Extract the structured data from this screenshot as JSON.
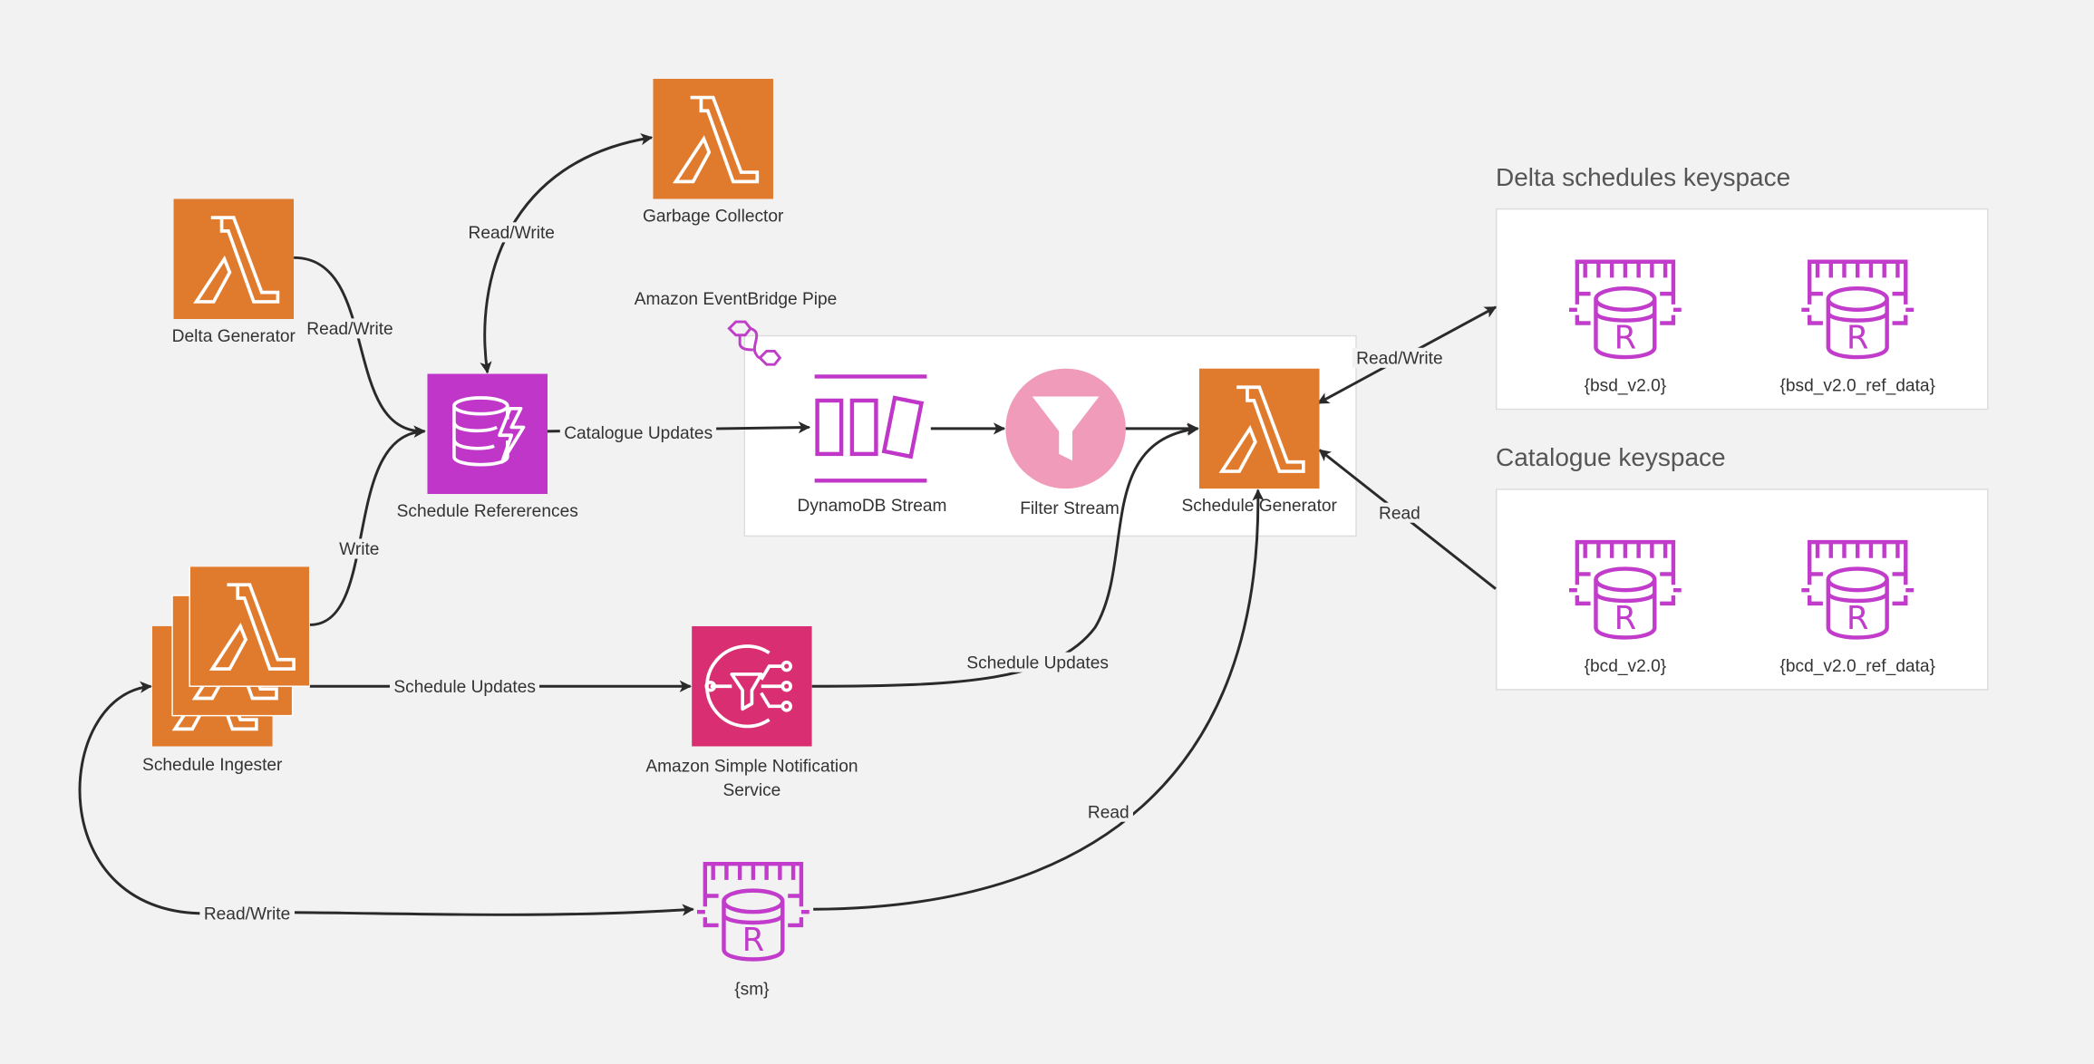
{
  "nodes": {
    "garbage_collector": "Garbage Collector",
    "delta_generator": "Delta Generator",
    "schedule_references": "Schedule Refererences",
    "schedule_ingester": "Schedule Ingester",
    "sns": "Amazon Simple Notification Service",
    "sm_db": "{sm}",
    "dynamodb_stream": "DynamoDB Stream",
    "filter_stream": "Filter Stream",
    "schedule_generator": "Schedule Generator"
  },
  "pipe": {
    "title": "Amazon EventBridge Pipe"
  },
  "edges": {
    "gc_rw": "Read/Write",
    "delta_rw": "Read/Write",
    "ingester_write": "Write",
    "catalogue_updates": "Catalogue Updates",
    "schedule_updates_1": "Schedule Updates",
    "schedule_updates_2": "Schedule Updates",
    "sm_rw": "Read/Write",
    "sm_read": "Read",
    "delta_keyspace_rw": "Read/Write",
    "catalogue_keyspace_read": "Read"
  },
  "keyspaces": [
    {
      "title": "Delta schedules keyspace",
      "tables": [
        "{bsd_v2.0}",
        "{bsd_v2.0_ref_data}"
      ]
    },
    {
      "title": "Catalogue keyspace",
      "tables": [
        "{bcd_v2.0}",
        "{bcd_v2.0_ref_data}"
      ]
    }
  ],
  "colors": {
    "lambda_orange": "#e07a2c",
    "dynamodb_purple": "#c036c8",
    "sns_pink": "#d92f72",
    "filter_pink": "#f09bb9",
    "redis_purple": "#c13ccb",
    "edge": "#2a2a2a",
    "background": "#f2f2f2"
  },
  "icons": [
    "lambda-icon",
    "dynamodb-icon",
    "sns-icon",
    "filter-icon",
    "redis-db-icon",
    "eventbridge-pipe-icon",
    "stream-icon"
  ]
}
